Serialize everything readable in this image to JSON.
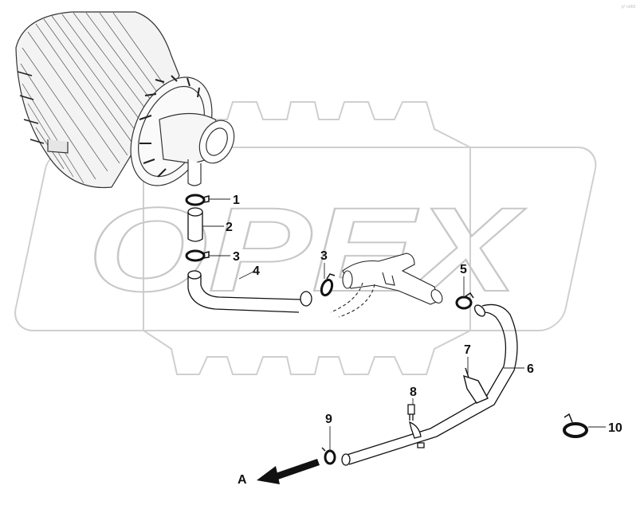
{
  "diagram": {
    "watermark": "OPEX",
    "corner_mark": "p° n003",
    "direction_label": "A",
    "callouts": [
      {
        "id": "1",
        "text": "1"
      },
      {
        "id": "2",
        "text": "2"
      },
      {
        "id": "3a",
        "text": "3"
      },
      {
        "id": "3b",
        "text": "3"
      },
      {
        "id": "4",
        "text": "4"
      },
      {
        "id": "5",
        "text": "5"
      },
      {
        "id": "6",
        "text": "6"
      },
      {
        "id": "7",
        "text": "7"
      },
      {
        "id": "8",
        "text": "8"
      },
      {
        "id": "9",
        "text": "9"
      },
      {
        "id": "10",
        "text": "10"
      }
    ]
  }
}
